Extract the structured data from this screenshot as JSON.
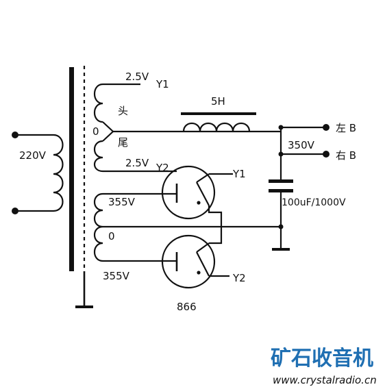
{
  "labels": {
    "primary_voltage": "220V",
    "heater_top": "2.5V",
    "heater_top_tag": "Y1",
    "heater_head": "头",
    "heater_tail": "尾",
    "heater_center": "0",
    "heater_bottom": "2.5V",
    "heater_bottom_tag": "Y2",
    "hv_top": "355V",
    "hv_center": "0",
    "hv_bottom": "355V",
    "choke": "5H",
    "b_plus_voltage": "350V",
    "left_b": "左 B",
    "right_b": "右 B",
    "capacitor": "100uF/1000V",
    "tube_top_heater": "Y1",
    "tube_bottom_heater": "Y2",
    "tube_type": "866"
  },
  "watermark": {
    "brand": "矿石收音机",
    "url": "www.crystalradio.cn"
  },
  "colors": {
    "ink": "#111111",
    "brand": "#1f6fb2"
  }
}
